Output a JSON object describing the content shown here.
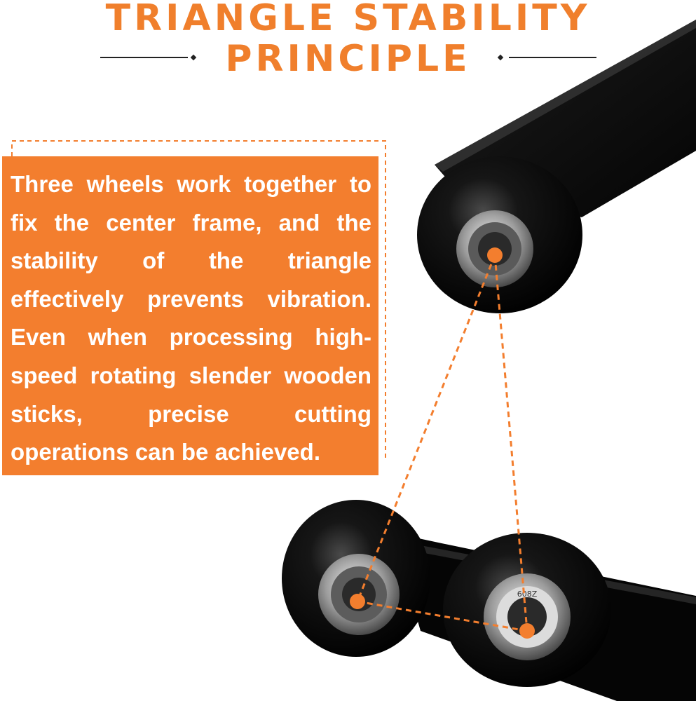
{
  "title": {
    "line1": "TRIANGLE STABILITY",
    "line2": "PRINCIPLE"
  },
  "description": "Three wheels work together to fix the center frame, and the stability of the triangle effectively prevents vibration. Even when processing high-speed rotating slender wooden sticks, precise cutting operations can be achieved.",
  "colors": {
    "accent": "#f07f2c",
    "panel": "#f37e2e",
    "wheel": "#0c0c0c",
    "bracket": "#050505"
  },
  "bearing_marking": "608Z"
}
